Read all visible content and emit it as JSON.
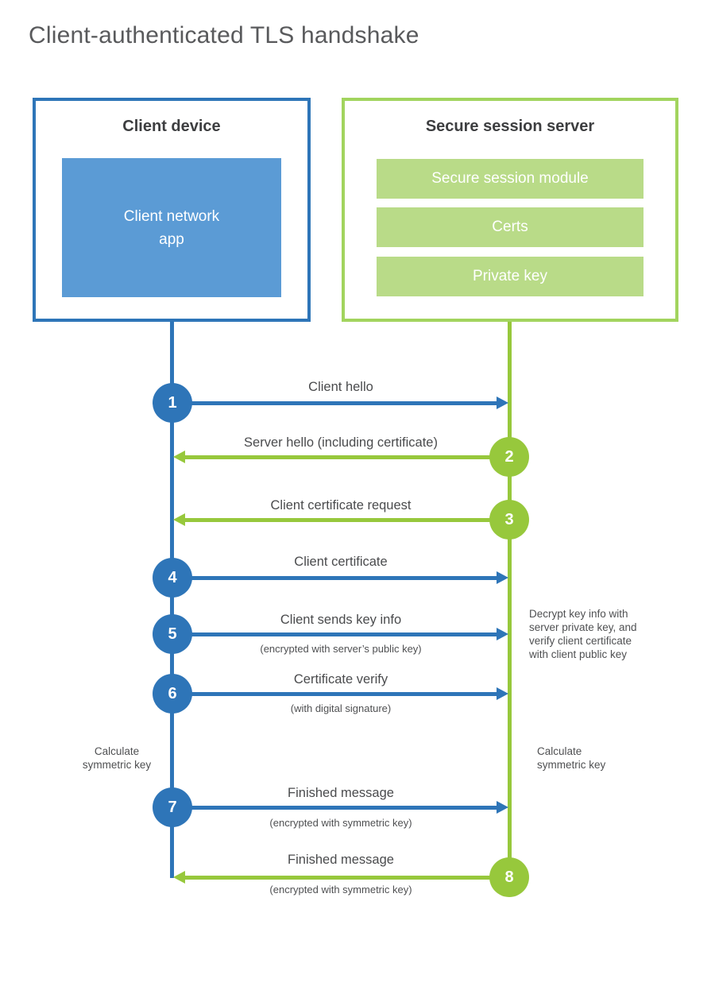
{
  "title": "Client-authenticated TLS handshake",
  "colors": {
    "blue": "#2e75b8",
    "blue_fill": "#5b9bd5",
    "green": "#97c83c",
    "green_fill": "#b9db88",
    "green_border": "#a2d45e",
    "title_color": "#595a5c"
  },
  "client_box": {
    "title": "Client device",
    "module": "Client network\napp"
  },
  "server_box": {
    "title": "Secure session server",
    "modules": [
      "Secure session module",
      "Certs",
      "Private key"
    ]
  },
  "steps": [
    {
      "num": "1",
      "label": "Client hello",
      "sub": "",
      "direction": "client-to-server"
    },
    {
      "num": "2",
      "label": "Server hello (including certificate)",
      "sub": "",
      "direction": "server-to-client"
    },
    {
      "num": "3",
      "label": "Client certificate request",
      "sub": "",
      "direction": "server-to-client"
    },
    {
      "num": "4",
      "label": "Client certificate",
      "sub": "",
      "direction": "client-to-server"
    },
    {
      "num": "5",
      "label": "Client sends key info",
      "sub": "(encrypted with server’s public key)",
      "direction": "client-to-server"
    },
    {
      "num": "6",
      "label": "Certificate verify",
      "sub": "(with digital signature)",
      "direction": "client-to-server"
    },
    {
      "num": "7",
      "label": "Finished message",
      "sub": "(encrypted with symmetric key)",
      "direction": "client-to-server"
    },
    {
      "num": "8",
      "label": "Finished message",
      "sub": "(encrypted with symmetric key)",
      "direction": "server-to-client"
    }
  ],
  "notes": {
    "decrypt": "Decrypt key info with\nserver private key, and\nverify client certificate\nwith client public key",
    "calc_left": "Calculate\nsymmetric key",
    "calc_right": "Calculate\nsymmetric key"
  }
}
